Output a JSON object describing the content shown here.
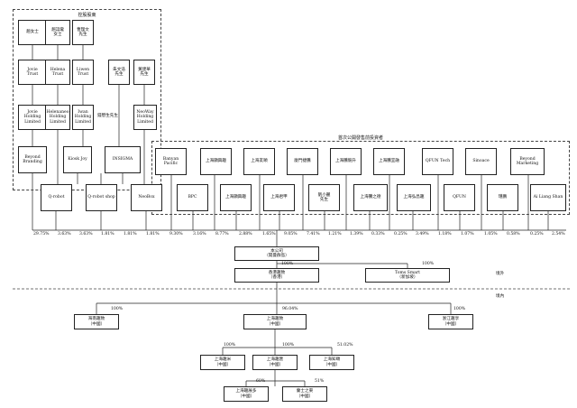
{
  "groups": {
    "controlling": "控股股東",
    "preipo": "首次公開發售前投資者"
  },
  "region": {
    "offshore": "境外",
    "onshore": "境內"
  },
  "nodes": {
    "ms_zhao": "趙女士",
    "ms_zhao_helena": "趙詣瓏\n女士",
    "mr_cao": "曹理文\n先生",
    "jovie_trust": "Jovie\nTrust",
    "helena_trust": "Helena\nTrust",
    "liwen_trust": "Liwen\nTrust",
    "mr_zhu": "朱文浩\n先生",
    "mr_huang": "黃建華\n先生",
    "jovie_holding": "Jovie\nHolding\nLimited",
    "helenaneo": "Helenaneo\nHolding\nLimited",
    "iwan": "Iwan\nHolding\nLimited",
    "mr_qian": "錢懋生先生",
    "neoway": "NeoWay\nHolding\nLimited",
    "beyond_branding": "Beyond\nBranding",
    "kiosk_joy": "Kiosk Joy",
    "insigma": "INSIGMA",
    "qrobot": "Q-robot",
    "qrobot_shop": "Q-robot shop",
    "neobox": "NeoBox",
    "banyan": "Banyan\nPacific",
    "bpc": "BPC",
    "p_shanghai1": "上海顯興趣",
    "p_shanghai2": "上海友頤",
    "p_shanghai3": "上海君甲",
    "p_jianteng": "廈門捷騰",
    "p_liu": "劉小麗\n先生",
    "p_shanghai4": "上海騰競升",
    "p_shanghai5": "上海騰之德",
    "p_shanghai6": "上海騰宜融",
    "p_shanghai7": "上海弘昌趣",
    "qfun_tech": "QFUN Tech",
    "qfun": "QFUN",
    "sinoace": "Sinoace",
    "p_jin": "瑾鵬",
    "beyond_marketing": "Beyond\nMarketing",
    "ai_liang": "Ai Liang Shan",
    "company": "本公司\n（開曼群島）",
    "hk": "香港趣致\n（香港）",
    "toms": "Toms Smart\n（新加坡）",
    "haikou": "海南趣致\n（中國）",
    "sh_quzhi": "上海趣致\n（中國）",
    "zhejiang": "浙江趣享\n（中國）",
    "sh_qumi": "上海趣米\n（中國）",
    "sh_quhui": "上海趣匯\n（中國）",
    "sh_zhiyi": "上海知頤\n（中國）",
    "sh_quzhan": "上海趣展多\n（中國）",
    "lanzhi": "蘭士之東\n（中國）"
  },
  "shareholdings": [
    "29.75%",
    "3.63%",
    "3.63%",
    "1.81%",
    "1.81%",
    "1.81%",
    "9.30%",
    "3.16%",
    "8.77%",
    "2.88%",
    "1.65%",
    "9.05%",
    "7.41%",
    "1.21%",
    "1.39%",
    "0.33%",
    "0.25%",
    "3.49%",
    "1.18%",
    "1.07%",
    "1.05%",
    "0.58%",
    "0.25%",
    "2.54%"
  ],
  "pct": {
    "p100": "100%",
    "p96": "96.04%",
    "p51_02": "51.02%",
    "p60": "60%",
    "p51": "51%"
  }
}
